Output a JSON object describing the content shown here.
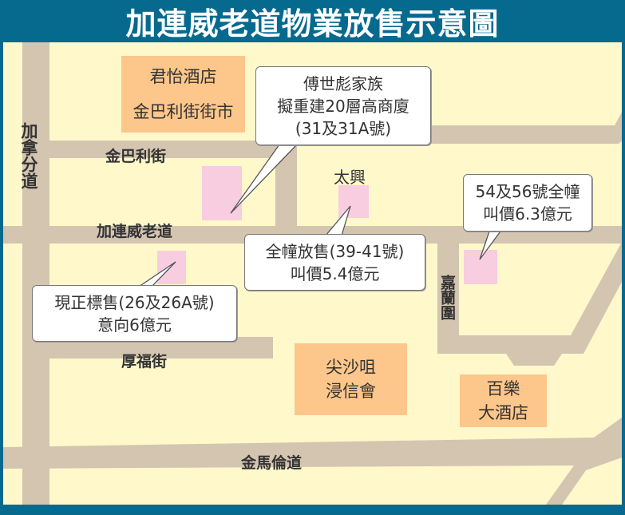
{
  "title": "加連威老道物業放售示意圖",
  "roads": {
    "carnarvon": "加拿分道",
    "kimberley_st": "金巴利街",
    "granville": "加連威老道",
    "humphreys": "厚福街",
    "kimberley_rd": "金馬倫道",
    "carmel": "嘉蘭圍"
  },
  "buildings": {
    "hotel_market": [
      "君怡酒店",
      "金巴利街街市"
    ],
    "church": [
      "尖沙咀",
      "浸信會"
    ],
    "hotel_bp": [
      "百樂",
      "大酒店"
    ],
    "tai_hing": "太興"
  },
  "callouts": {
    "fu_family": [
      "傅世彪家族",
      "擬重建20層高商廈",
      "(31及31A號)"
    ],
    "no39": [
      "全幢放售(39-41號)",
      "叫價5.4億元"
    ],
    "no26": [
      "現正標售(26及26A號)",
      "意向6億元"
    ],
    "no54": [
      "54及56號全幢",
      "叫價6.3億元"
    ]
  },
  "colors": {
    "frame": "#066a8e",
    "map_bg": "#fef8cb",
    "road": "#d4c5b0",
    "building": "#fdc68a",
    "property": "#f8cde0"
  }
}
